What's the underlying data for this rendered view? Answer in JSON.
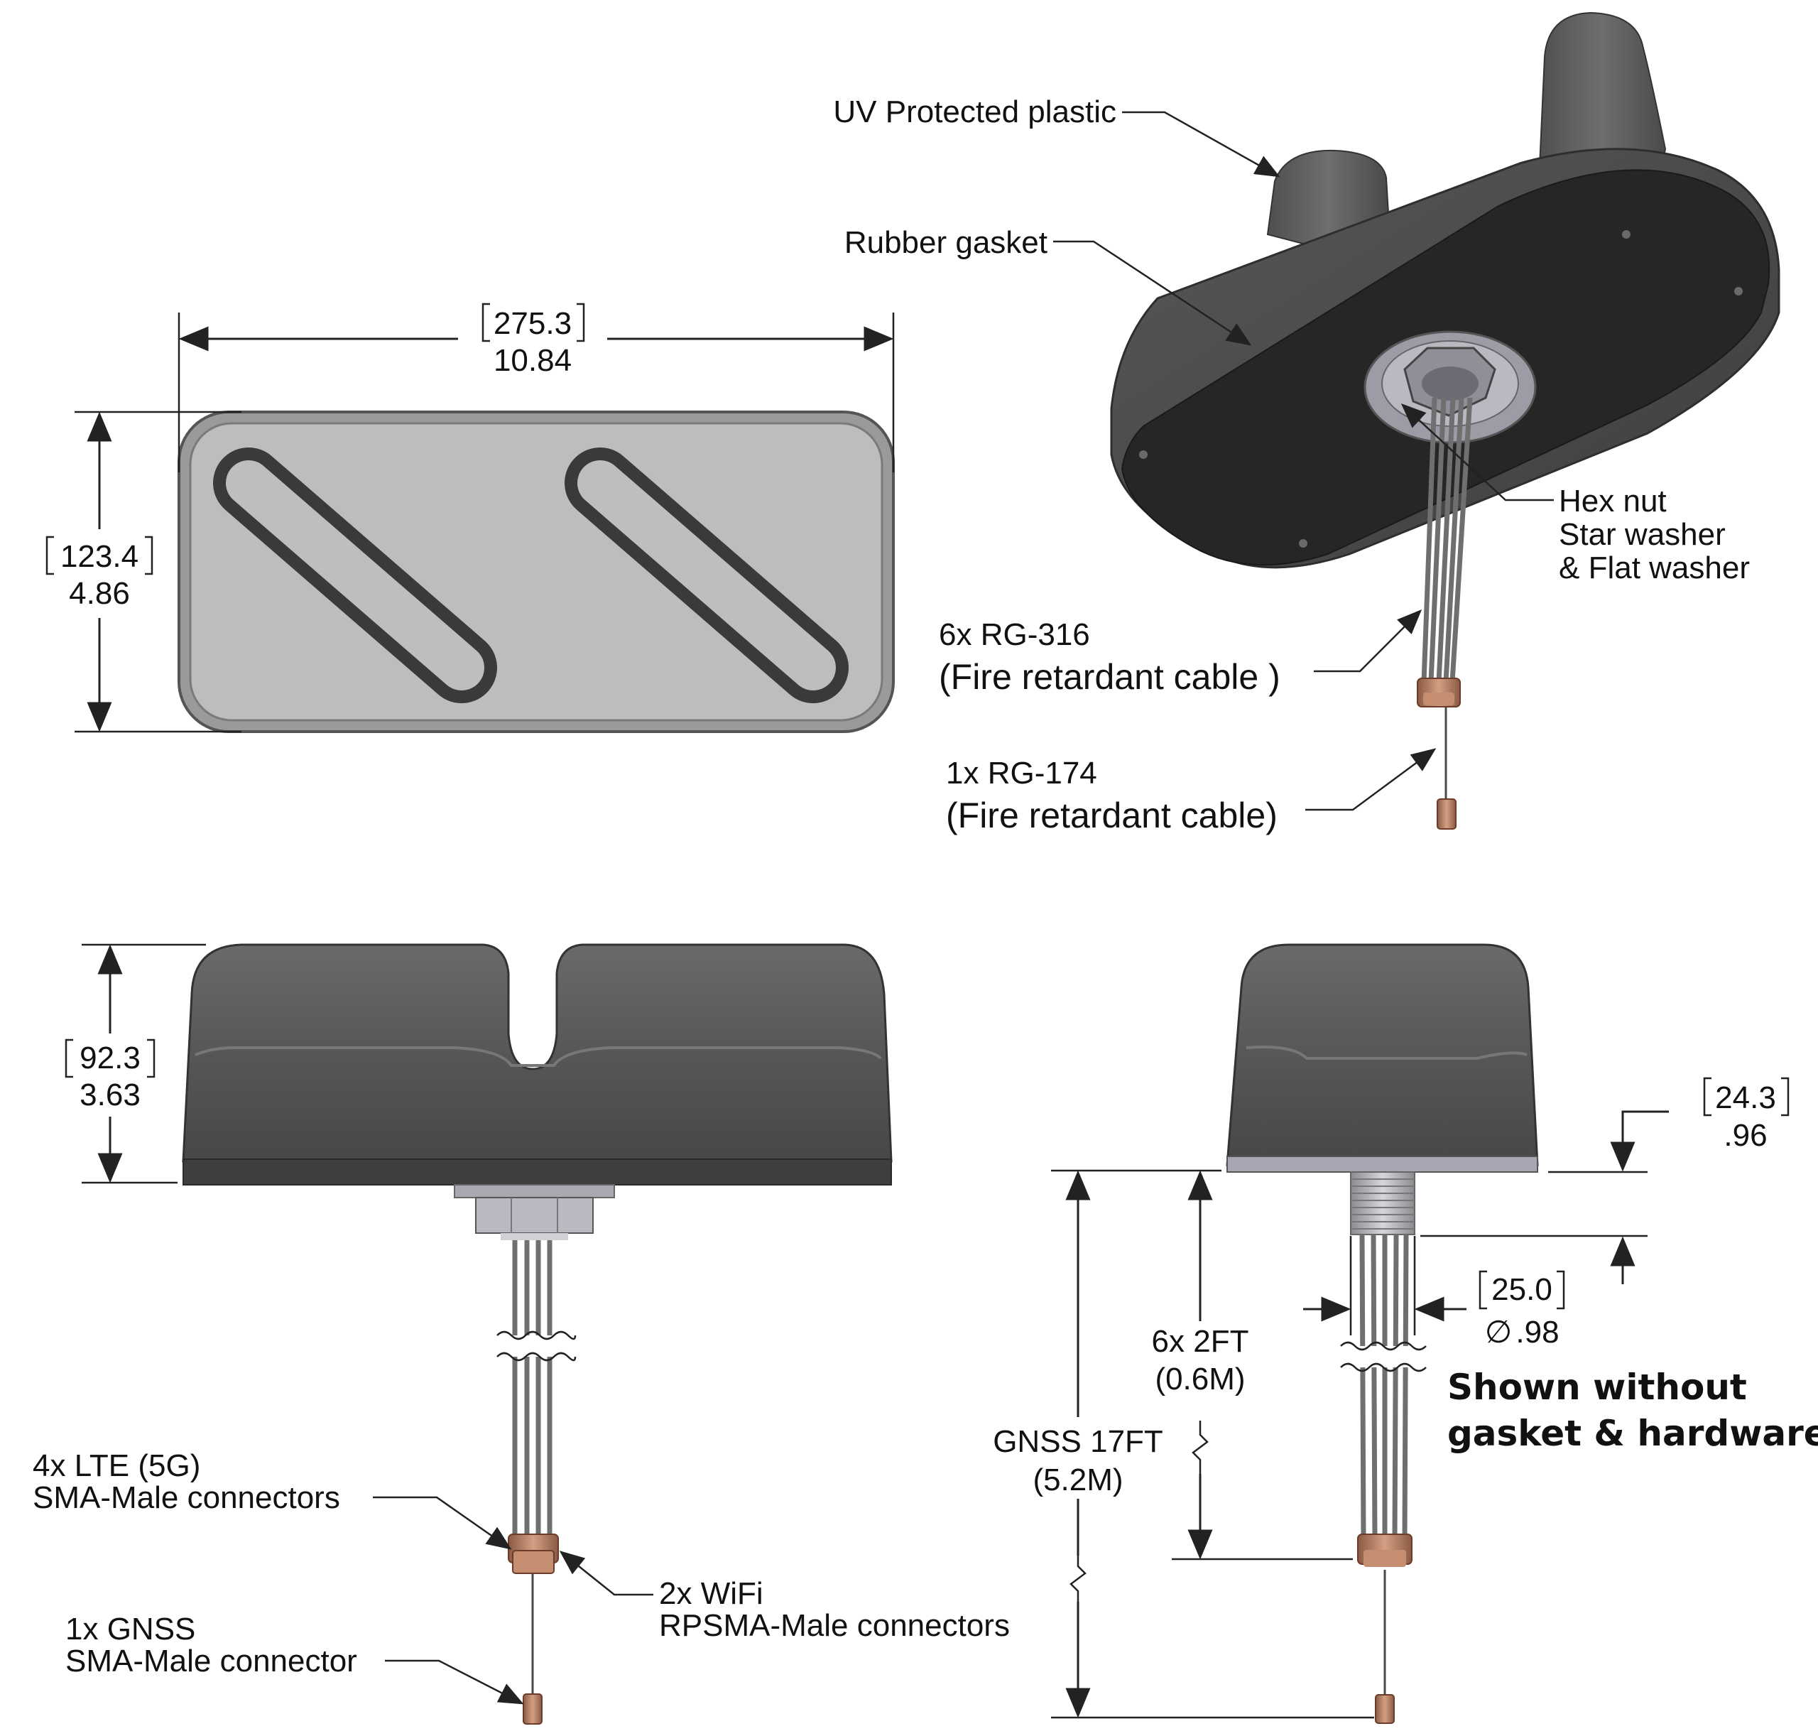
{
  "callouts": {
    "uv_plastic": "UV Protected plastic",
    "rubber_gasket": "Rubber gasket",
    "hex_nut": "Hex nut",
    "star_washer": "Star washer",
    "flat_washer": "& Flat washer",
    "rg316_count": "6x RG-316",
    "rg316_note": "(Fire retardant cable )",
    "rg174_count": "1x RG-174",
    "rg174_note": "(Fire retardant cable)",
    "lte_count": "4x LTE (5G)",
    "lte_connector": "SMA-Male connectors",
    "wifi_count": "2x WiFi",
    "wifi_connector": "RPSMA-Male connectors",
    "gnss_count": "1x GNSS",
    "gnss_connector": "SMA-Male connector",
    "shown_without_1": "Shown without",
    "shown_without_2": "gasket & hardware"
  },
  "dimensions": {
    "length_mm": "275.3",
    "length_in": "10.84",
    "width_mm": "123.4",
    "width_in": "4.86",
    "height_mm": "92.3",
    "height_in": "3.63",
    "thread_mm": "24.3",
    "thread_in": ".96",
    "diameter_mm": "25.0",
    "diameter_in": ".98",
    "diameter_symbol": "∅",
    "cable_short_count": "6x 2FT",
    "cable_short_metric": "(0.6M)",
    "cable_long_name": "GNSS 17FT",
    "cable_long_metric": "(5.2M)"
  },
  "colors": {
    "housing": "#5a5a5a",
    "housing_dark": "#3c3c3c",
    "top_face": "#bdbdbd",
    "connector": "#b07a5e"
  }
}
